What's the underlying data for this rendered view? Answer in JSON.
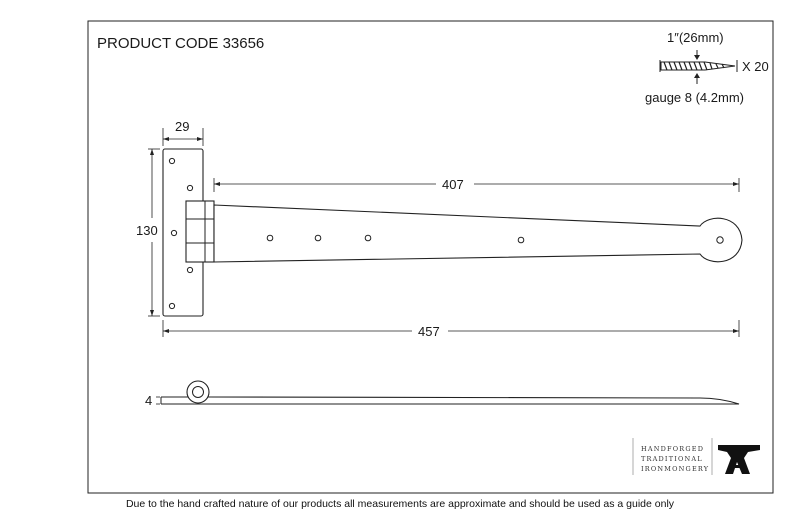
{
  "product_code": "PRODUCT CODE 33656",
  "screw": {
    "length": "1″(26mm)",
    "quantity": "X 20",
    "gauge": "gauge 8 (4.2mm)"
  },
  "dimensions": {
    "strap_width": "29",
    "strap_height": "130",
    "strap_length": "407",
    "overall_length": "457",
    "thickness": "4"
  },
  "brand": {
    "line1": "HANDFORGED",
    "line2": "TRADITIONAL",
    "line3": "IRONMONGERY"
  },
  "footer_note": "Due to the hand crafted nature of our products all measurements are approximate and should be used as a guide only"
}
